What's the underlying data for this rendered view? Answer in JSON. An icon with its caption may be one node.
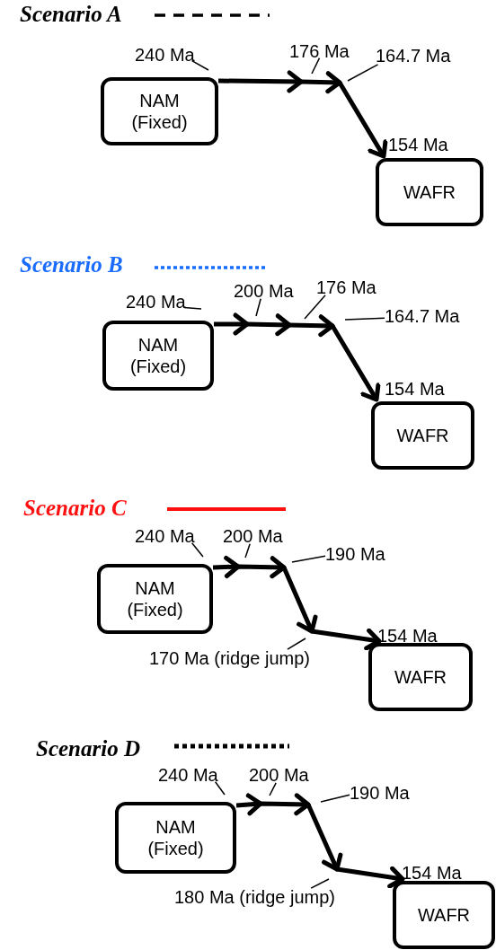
{
  "diagram": {
    "nodes": [
      {
        "text": [
          "240 Ma"
        ]
      },
      {
        "text": [
          "176 Ma"
        ]
      },
      {
        "text": [
          "164.7 Ma"
        ]
      },
      {
        "text": [
          "NAM (Fixed)"
        ]
      },
      {
        "text": [
          "WAFR"
        ],
        "beside": [
          "154 Ma"
        ]
      },
      {
        "text": [
          "240 Ma"
        ]
      },
      {
        "text": [
          "200 Ma"
        ]
      },
      {
        "text": [
          "176 Ma"
        ]
      },
      {
        "text": [
          "164.7 Ma"
        ]
      },
      {
        "text": [
          "NAM (Fixed)"
        ]
      },
      {
        "text": [
          "WAFR"
        ],
        "beside": [
          "154 Ma"
        ]
      },
      {
        "text": [
          "240 Ma"
        ]
      },
      {
        "text": [
          "200 Ma"
        ]
      },
      {
        "text": [
          "190 Ma"
        ]
      },
      {
        "text": [
          "NAM (Fixed)"
        ]
      },
      {
        "text": [
          "170 Ma (ridge jump)"
        ]
      },
      {
        "text": [
          "WAFR"
        ],
        "beside": [
          "154 Ma"
        ]
      },
      {
        "text": [
          "240 Ma"
        ]
      },
      {
        "text": [
          "200 Ma"
        ]
      },
      {
        "text": [
          "190 Ma"
        ]
      },
      {
        "text": [
          "NAM (Fixed)"
        ]
      },
      {
        "text": [
          "180 Ma (ridge jump)"
        ]
      },
      {
        "text": [
          "WAFR"
        ],
        "beside": [
          "154 Ma"
        ]
      }
    ],
    "edges": [
      {
        "from": 3,
        "to": 4,
        "arrow": "to",
        "style": "thick"
      },
      {
        "from": 0,
        "to": null,
        "arrow": "none"
      },
      {
        "from": 1,
        "to": null,
        "arrow": "none"
      },
      {
        "from": 2,
        "to": null,
        "arrow": "none"
      },
      {
        "from": 9,
        "to": 10,
        "arrow": "to",
        "style": "thick"
      },
      {
        "from": 5,
        "to": null,
        "arrow": "none"
      },
      {
        "from": 6,
        "to": null,
        "arrow": "none"
      },
      {
        "from": 7,
        "to": null,
        "arrow": "none"
      },
      {
        "from": 8,
        "to": null,
        "arrow": "none"
      },
      {
        "from": 14,
        "to": 16,
        "arrow": "to",
        "style": "thick"
      },
      {
        "from": 11,
        "to": null,
        "arrow": "none"
      },
      {
        "from": 12,
        "to": null,
        "arrow": "none"
      },
      {
        "from": 13,
        "to": null,
        "arrow": "none"
      },
      {
        "from": 15,
        "to": null,
        "arrow": "none"
      },
      {
        "from": 20,
        "to": 22,
        "arrow": "to",
        "style": "thick"
      },
      {
        "from": 17,
        "to": null,
        "arrow": "none"
      },
      {
        "from": 18,
        "to": null,
        "arrow": "none"
      },
      {
        "from": 19,
        "to": null,
        "arrow": "none"
      },
      {
        "from": 21,
        "to": null,
        "arrow": "none"
      }
    ],
    "legend": [
      {
        "text": "Scenario A"
      },
      {
        "text": "Scenario B"
      },
      {
        "text": "Scenario C"
      },
      {
        "text": "Scenario D"
      }
    ]
  }
}
